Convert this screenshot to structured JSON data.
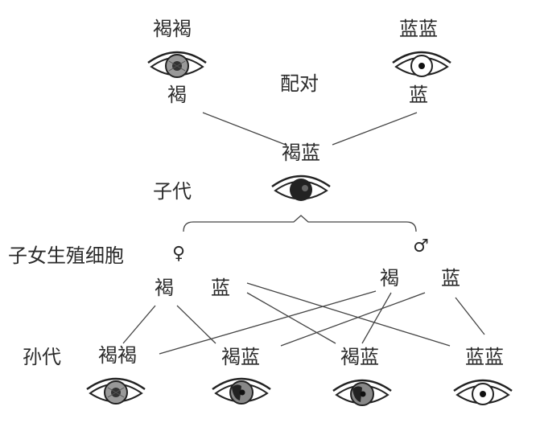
{
  "title": "眼睛颜色遗传图解",
  "parents": {
    "left": {
      "genotype": "褐褐",
      "gamete": "褐",
      "eye": "brown"
    },
    "right": {
      "genotype": "蓝蓝",
      "gamete": "蓝",
      "eye": "blue"
    },
    "cross_label": "配对"
  },
  "offspring": {
    "label": "子代",
    "genotype": "褐蓝",
    "eye": "dark-brown"
  },
  "gametes": {
    "label": "子女生殖细胞",
    "female_symbol": "♀",
    "male_symbol": "♂",
    "female": [
      "褐",
      "蓝"
    ],
    "male": [
      "褐",
      "蓝"
    ]
  },
  "grandchildren": {
    "label": "孙代",
    "items": [
      {
        "genotype": "褐褐",
        "eye": "brown"
      },
      {
        "genotype": "褐蓝",
        "eye": "brown-mixed"
      },
      {
        "genotype": "褐蓝",
        "eye": "brown-mixed"
      },
      {
        "genotype": "蓝蓝",
        "eye": "blue"
      }
    ]
  }
}
